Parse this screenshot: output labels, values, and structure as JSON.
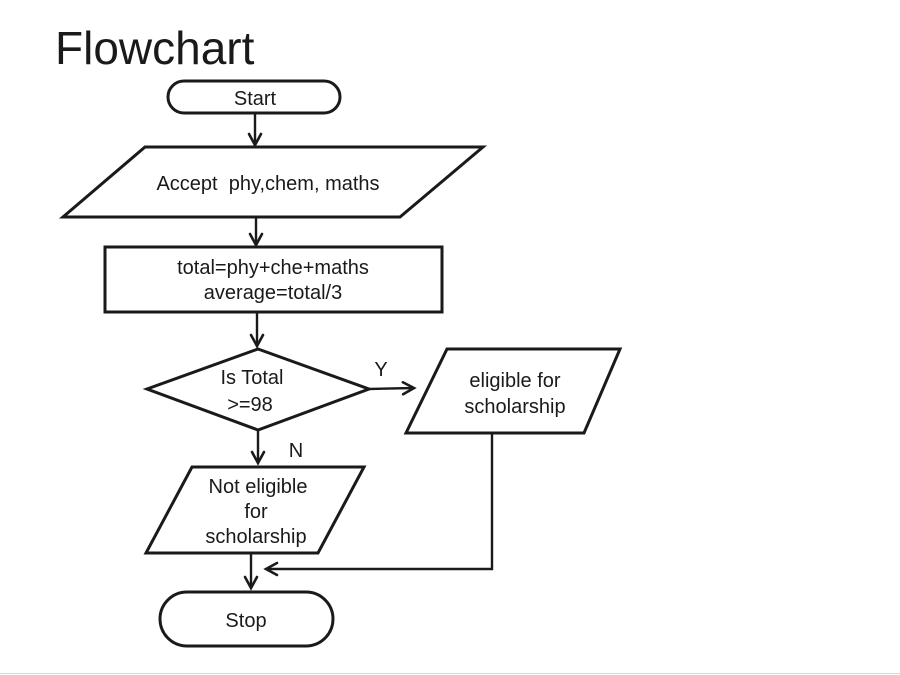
{
  "page": {
    "title": "Flowchart"
  },
  "colors": {
    "ink": "#1a1a1a",
    "background": "#ffffff",
    "footer_line": "#d9d9d9"
  },
  "flowchart": {
    "start": {
      "shape": "terminator",
      "label": "Start"
    },
    "accept": {
      "shape": "parallelogram",
      "label": "Accept  phy,chem, maths"
    },
    "process": {
      "shape": "rectangle",
      "line1": "total=phy+che+maths",
      "line2": "average=total/3"
    },
    "decision": {
      "shape": "diamond",
      "line1": "Is Total",
      "line2": ">=98",
      "yes_label": "Y",
      "no_label": "N"
    },
    "eligible": {
      "shape": "parallelogram",
      "line1": "eligible for",
      "line2": "scholarship"
    },
    "not_eligible": {
      "shape": "parallelogram",
      "line1": "Not eligible",
      "line2": "for",
      "line3": "scholarship"
    },
    "stop": {
      "shape": "terminator",
      "label": "Stop"
    }
  }
}
